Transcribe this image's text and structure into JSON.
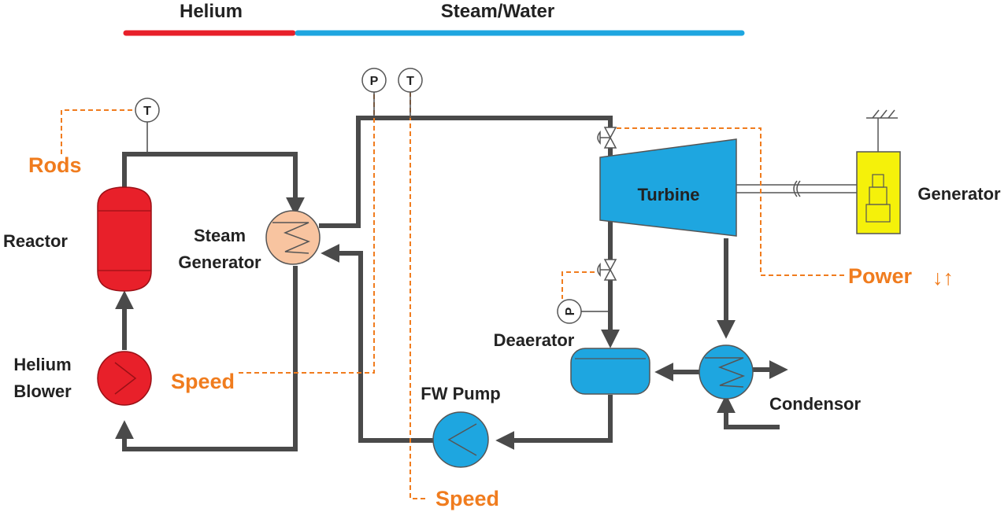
{
  "legend": {
    "helium": "Helium",
    "steam_water": "Steam/Water"
  },
  "components": {
    "reactor": "Reactor",
    "helium_blower_line1": "Helium",
    "helium_blower_line2": "Blower",
    "steam_generator_line1": "Steam",
    "steam_generator_line2": "Generator",
    "turbine": "Turbine",
    "generator": "Generator",
    "deaerator": "Deaerator",
    "condensor": "Condensor",
    "fw_pump": "FW Pump"
  },
  "controls": {
    "rods": "Rods",
    "blower_speed": "Speed",
    "pump_speed": "Speed",
    "power": "Power",
    "power_arrows": "↓↑"
  },
  "instruments": {
    "reactor_temp": "T",
    "sg_pressure": "P",
    "sg_temp": "T",
    "deaerator_pressure": "P"
  },
  "colors": {
    "helium": "#e8202a",
    "steam_water": "#1ea6e0",
    "control_signal": "#f07c1e",
    "steam_generator": "#f8c4a0",
    "generator": "#f5f10a",
    "pipe": "#4a4a4a"
  }
}
